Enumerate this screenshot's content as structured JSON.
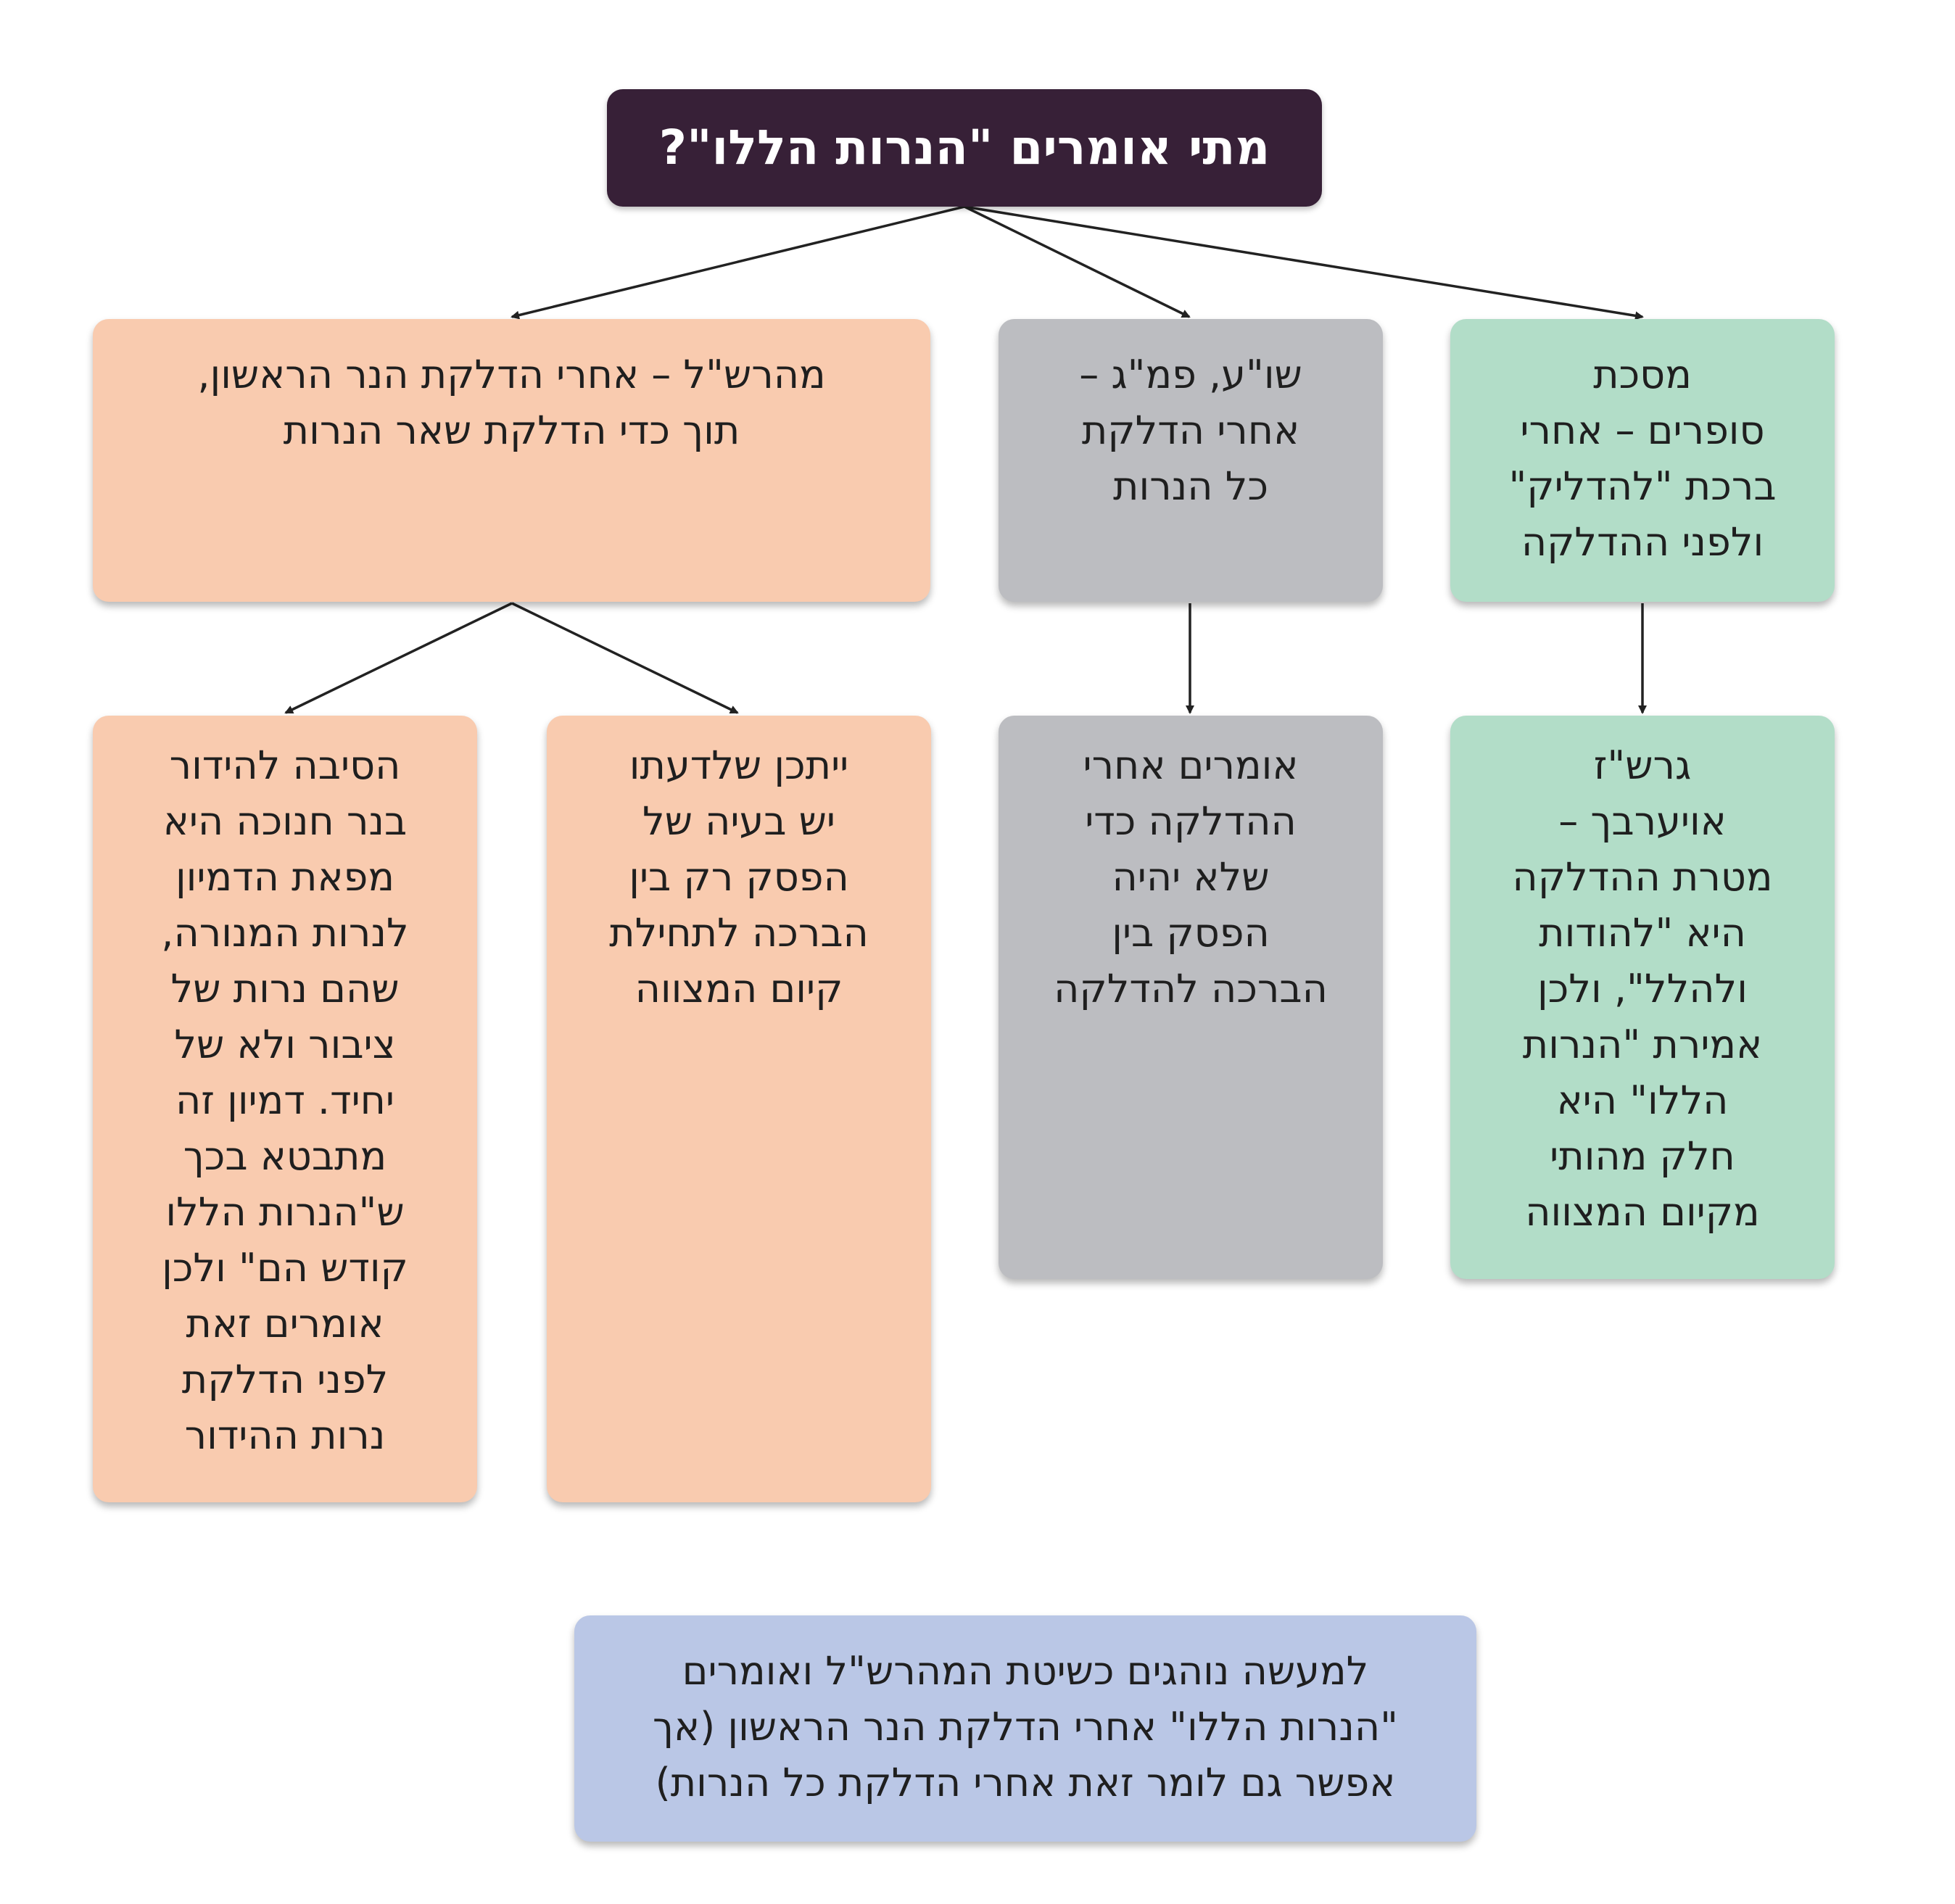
{
  "title": "מתי אומרים \"הנרות הללו\"?",
  "level1": {
    "soferim": "מסכת\nסופרים – אחרי\nברכת \"להדליק\"\nולפני ההדלקה",
    "shua": "שו\"ע, פמ\"ג –\nאחרי הדלקת\nכל הנרות",
    "maharshal": "מהרש\"ל – אחרי הדלקת הנר הראשון,\nתוך כדי הדלקת שאר הנרות"
  },
  "level2": {
    "gershz": "גרש\"ז\nאויערבך –\nמטרת ההדלקה\nהיא \"להודות\nולהלל\", ולכן\nאמירת \"הנרות\nהללו\" היא\nחלק מהותי\nמקיום המצווה",
    "omrim": "אומרים אחרי\nההדלקה כדי\nשלא יהיה\nהפסק בין\nהברכה להדלקה",
    "yitachen": "ייתכן שלדעתו\nיש בעיה של\nהפסק רק בין\nהברכה לתחילת\nקיום המצווה",
    "sibah": "הסיבה להידור\nבנר חנוכה היא\nמפאת הדמיון\nלנרות המנורה,\nשהם נרות של\nציבור ולא של\nיחיד. דמיון זה\nמתבטא בכך\nש\"הנרות הללו\nקודש הם\" ולכן\nאומרים זאת\nלפני הדלקת\nנרות ההידור"
  },
  "conclusion": "למעשה נוהגים כשיטת המהרש\"ל ואומרים\n\"הנרות הללו\" אחרי הדלקת הנר הראשון (אך\nאפשר גם לומר זאת אחרי הדלקת כל הנרות)",
  "colors": {
    "title_bg": "#372037",
    "green": "#b2ddc8",
    "gray": "#bcbdc1",
    "peach": "#f9cbaf",
    "blue": "#bac7e6",
    "arrow": "#222222"
  }
}
